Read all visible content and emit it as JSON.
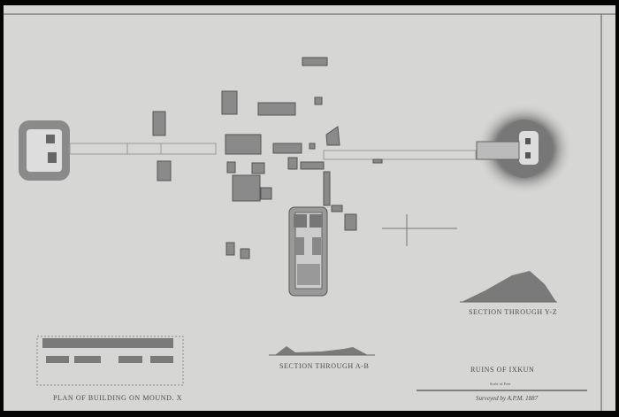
{
  "title": "RUINS OF IXKUN",
  "section_yz": "SECTION THROUGH Y-Z",
  "section_ab": "SECTION THROUGH A-B",
  "plan_building": "PLAN OF BUILDING ON MOUND. X",
  "scale_label": "Scale of Feet",
  "surveyed": "Surveyed by A.P.M. 1887",
  "colors": {
    "paper": "#d6d6d4",
    "mound": "#7a7a7a",
    "border": "#050505"
  }
}
